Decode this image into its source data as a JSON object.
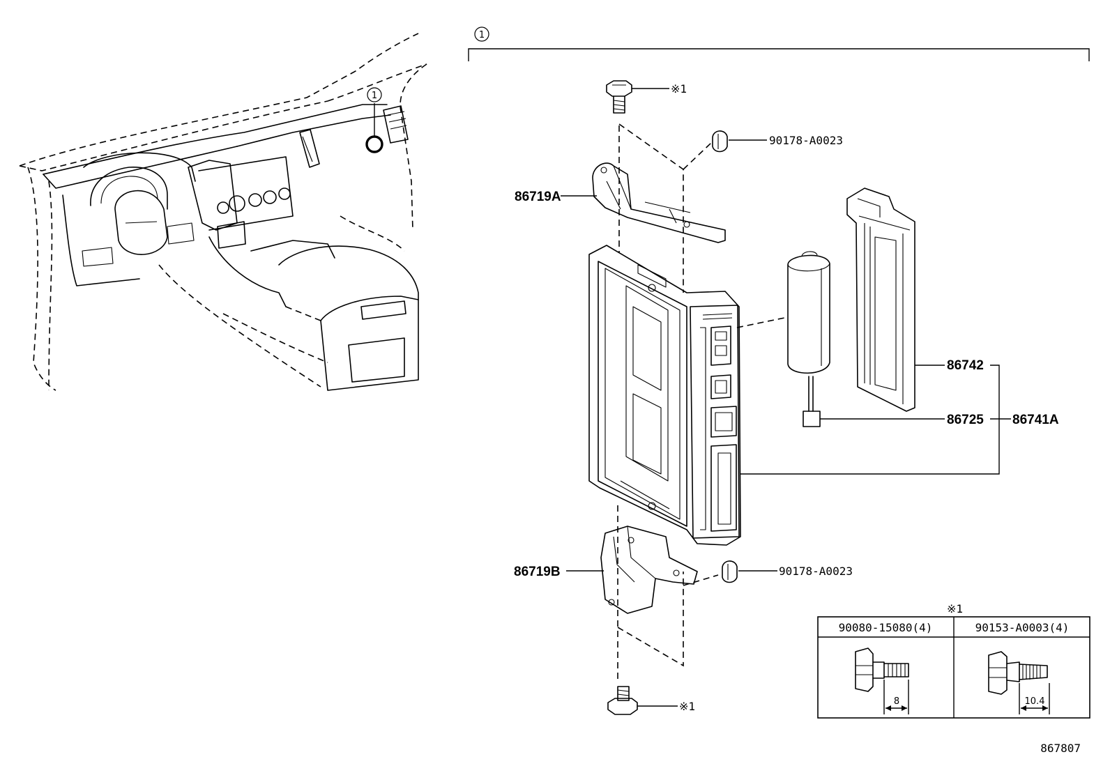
{
  "callout": {
    "circle_number": "1"
  },
  "parts": {
    "bracket_upper": "86719A",
    "bracket_lower": "86719B",
    "nut_upper": "90178-A0023",
    "nut_lower": "90178-A0023",
    "screw_mark_upper": "※1",
    "screw_mark_lower": "※1",
    "cover": "86742",
    "battery": "86725",
    "assembly": "86741A"
  },
  "fastener_table": {
    "mark": "※1",
    "columns": [
      "90080-15080(4)",
      "90153-A0003(4)"
    ],
    "dimensions": [
      "8",
      "10.4"
    ]
  },
  "diagram_id": "867807"
}
